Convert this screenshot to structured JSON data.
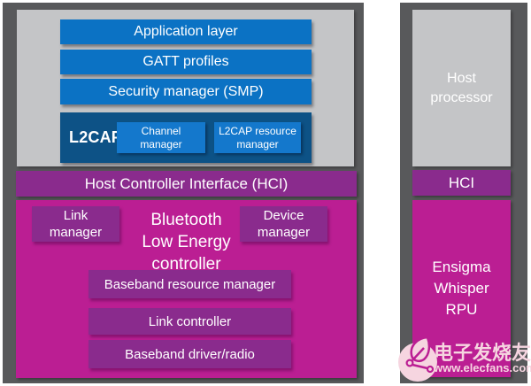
{
  "diagram": {
    "left_panel": {
      "host_layers": [
        "Application layer",
        "GATT profiles",
        "Security manager (SMP)"
      ],
      "l2cap_label": "L2CAP",
      "l2cap_boxes": [
        {
          "lines": [
            "Channel",
            "manager"
          ]
        },
        {
          "lines": [
            "L2CAP resource",
            "manager"
          ]
        }
      ],
      "hci_label": "Host Controller Interface (HCI)",
      "controller_title_lines": [
        "Bluetooth",
        "Low Energy",
        "controller"
      ],
      "link_manager_lines": [
        "Link",
        "manager"
      ],
      "device_manager_lines": [
        "Device",
        "manager"
      ],
      "controller_bars": [
        "Baseband resource manager",
        "Link controller",
        "Baseband driver/radio"
      ]
    },
    "right_panel": {
      "host_processor_lines": [
        "Host",
        "processor"
      ],
      "hci_label": "HCI",
      "rpu_lines": [
        "Ensigma",
        "Whisper",
        "RPU"
      ]
    }
  },
  "watermark": {
    "brand": "电子发烧友",
    "url": "www.elecfans.com"
  },
  "colors": {
    "frame_gray": "#58595b",
    "light_gray": "#c4c5c7",
    "blue": "#0b72c4",
    "dark_blue": "#0d5286",
    "inner_blue": "#1478cc",
    "purple": "#8a2b8d",
    "magenta": "#bb1e93",
    "watermark_pink": "#f6d5e0"
  }
}
